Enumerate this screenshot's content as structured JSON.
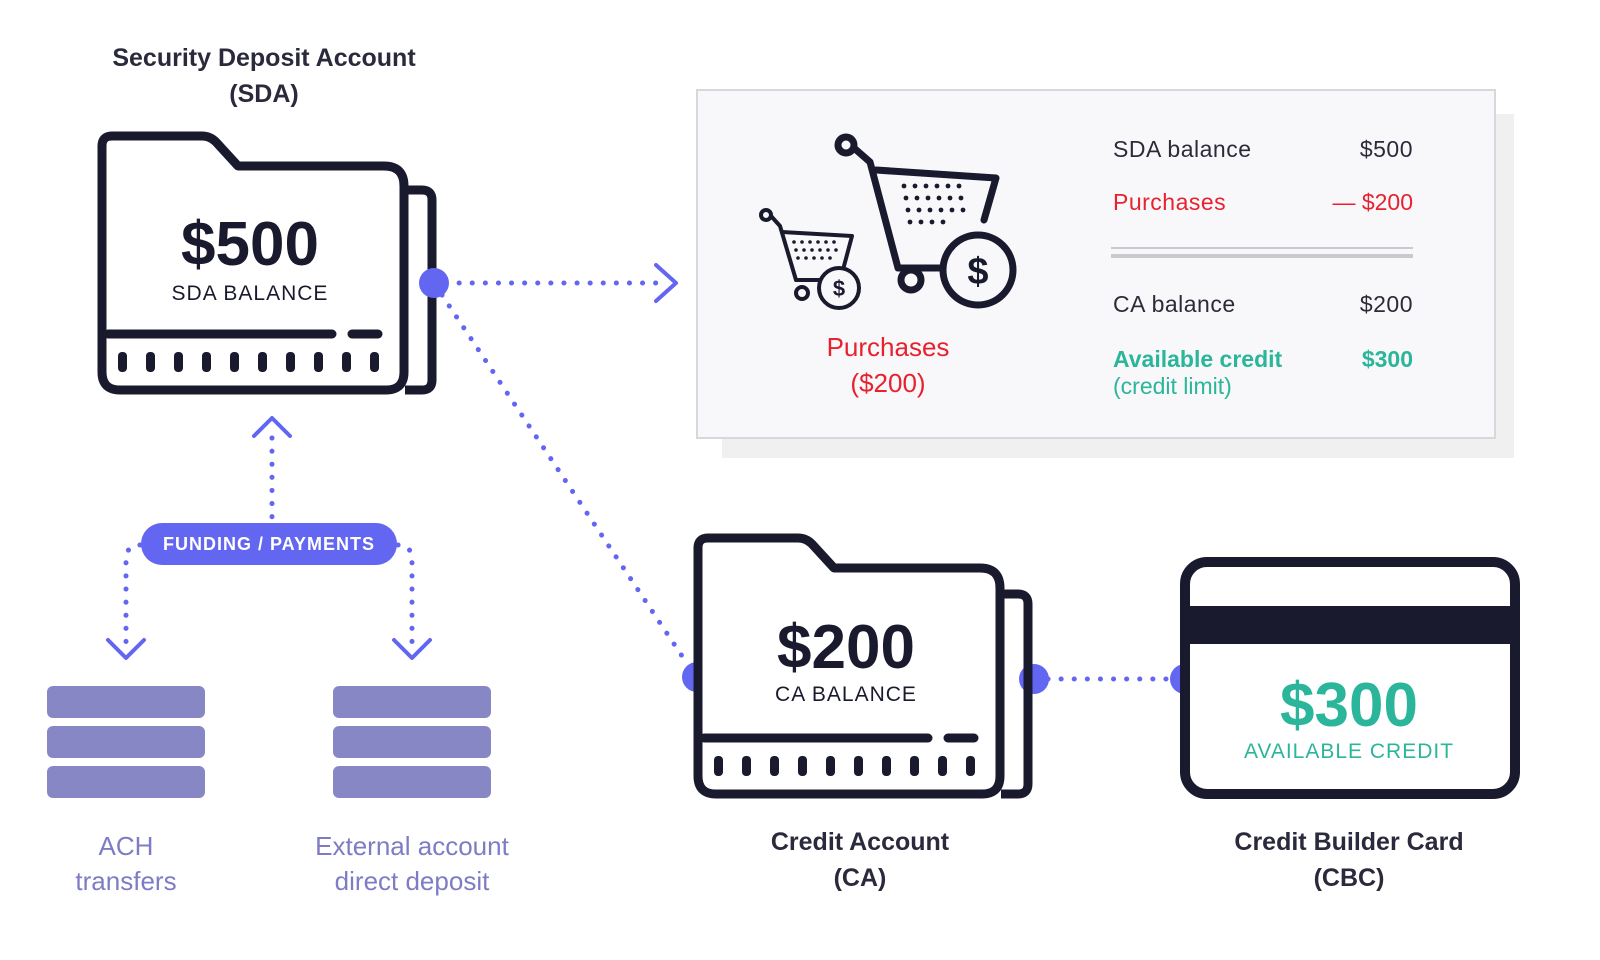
{
  "colors": {
    "accent": "#6366f1",
    "dark": "#1a1a2e",
    "red": "#e8212e",
    "green": "#2bb59a",
    "stack": "#8787c6",
    "panel_bg": "#f8f8fa",
    "panel_shadow": "#f0f0f0",
    "source_text": "#7d7cc4"
  },
  "sda": {
    "title_line1": "Security Deposit Account",
    "title_line2": "(SDA)",
    "amount": "$500",
    "label": "SDA BALANCE"
  },
  "ca": {
    "title_line1": "Credit Account",
    "title_line2": "(CA)",
    "amount": "$200",
    "label": "CA BALANCE"
  },
  "cbc": {
    "title_line1": "Credit Builder Card",
    "title_line2": "(CBC)",
    "amount": "$300",
    "label": "AVAILABLE CREDIT"
  },
  "funding": {
    "pill_label": "FUNDING / PAYMENTS",
    "ach_line1": "ACH",
    "ach_line2": "transfers",
    "ext_line1": "External account",
    "ext_line2": "direct deposit"
  },
  "panel": {
    "purchases_line1": "Purchases",
    "purchases_line2": "($200)",
    "dollar_symbol": "$",
    "rows": {
      "sda_label": "SDA balance",
      "sda_value": "$500",
      "purchases_label": "Purchases",
      "purchases_value": "— $200",
      "ca_label": "CA balance",
      "ca_value": "$200",
      "available_label": "Available credit",
      "available_value": "$300",
      "credit_limit_note": "(credit limit)"
    }
  }
}
